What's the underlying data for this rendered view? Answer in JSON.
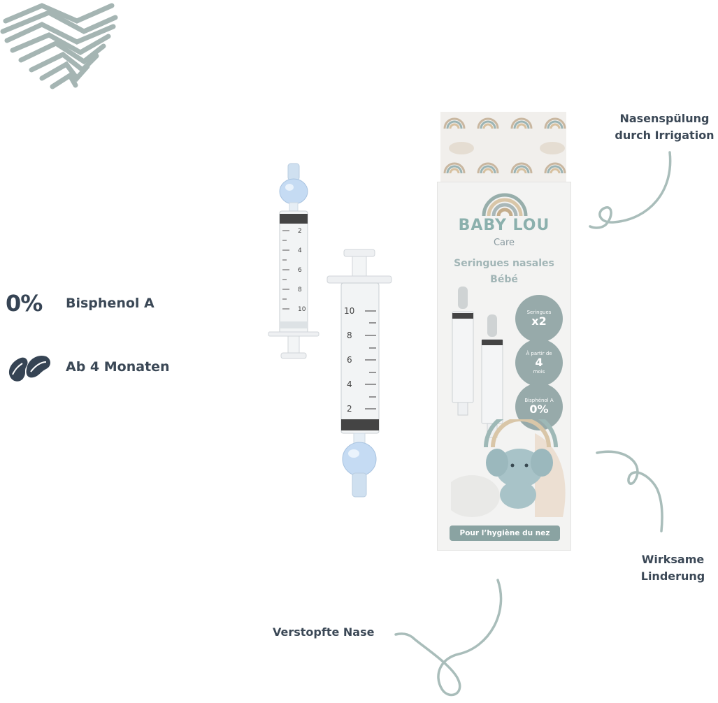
{
  "callouts": {
    "top_line1": "Nasenspülung",
    "top_line2": "durch Irrigation",
    "right_line1": "Wirksame",
    "right_line2": "Linderung",
    "bottom": "Verstopfte Nase"
  },
  "features": [
    {
      "icon_text": "0%",
      "label": "Bisphenol A"
    },
    {
      "icon": "baby-feet-icon",
      "label": "Ab 4 Monaten"
    }
  ],
  "package": {
    "brand": "BABY LOU",
    "sub_brand": "Care",
    "title_line1": "Seringues nasales",
    "title_line2": "Bébé",
    "badges": [
      {
        "small": "Seringues",
        "big": "x2"
      },
      {
        "small": "À partir de",
        "big": "4",
        "small2": "mois"
      },
      {
        "small": "Bisphénol A",
        "big": "0%"
      }
    ],
    "banner": "Pour l’hygiène du nez"
  },
  "syringe_large": {
    "marks": [
      "10",
      "8",
      "6",
      "4",
      "2"
    ]
  },
  "syringe_small": {
    "marks": [
      "2",
      "4",
      "6",
      "8",
      "10"
    ]
  },
  "colors": {
    "text_dark": "#3b4856",
    "sage": "#8bb0ad",
    "heart": "#a5b5b3",
    "curl": "#a9bdba"
  }
}
